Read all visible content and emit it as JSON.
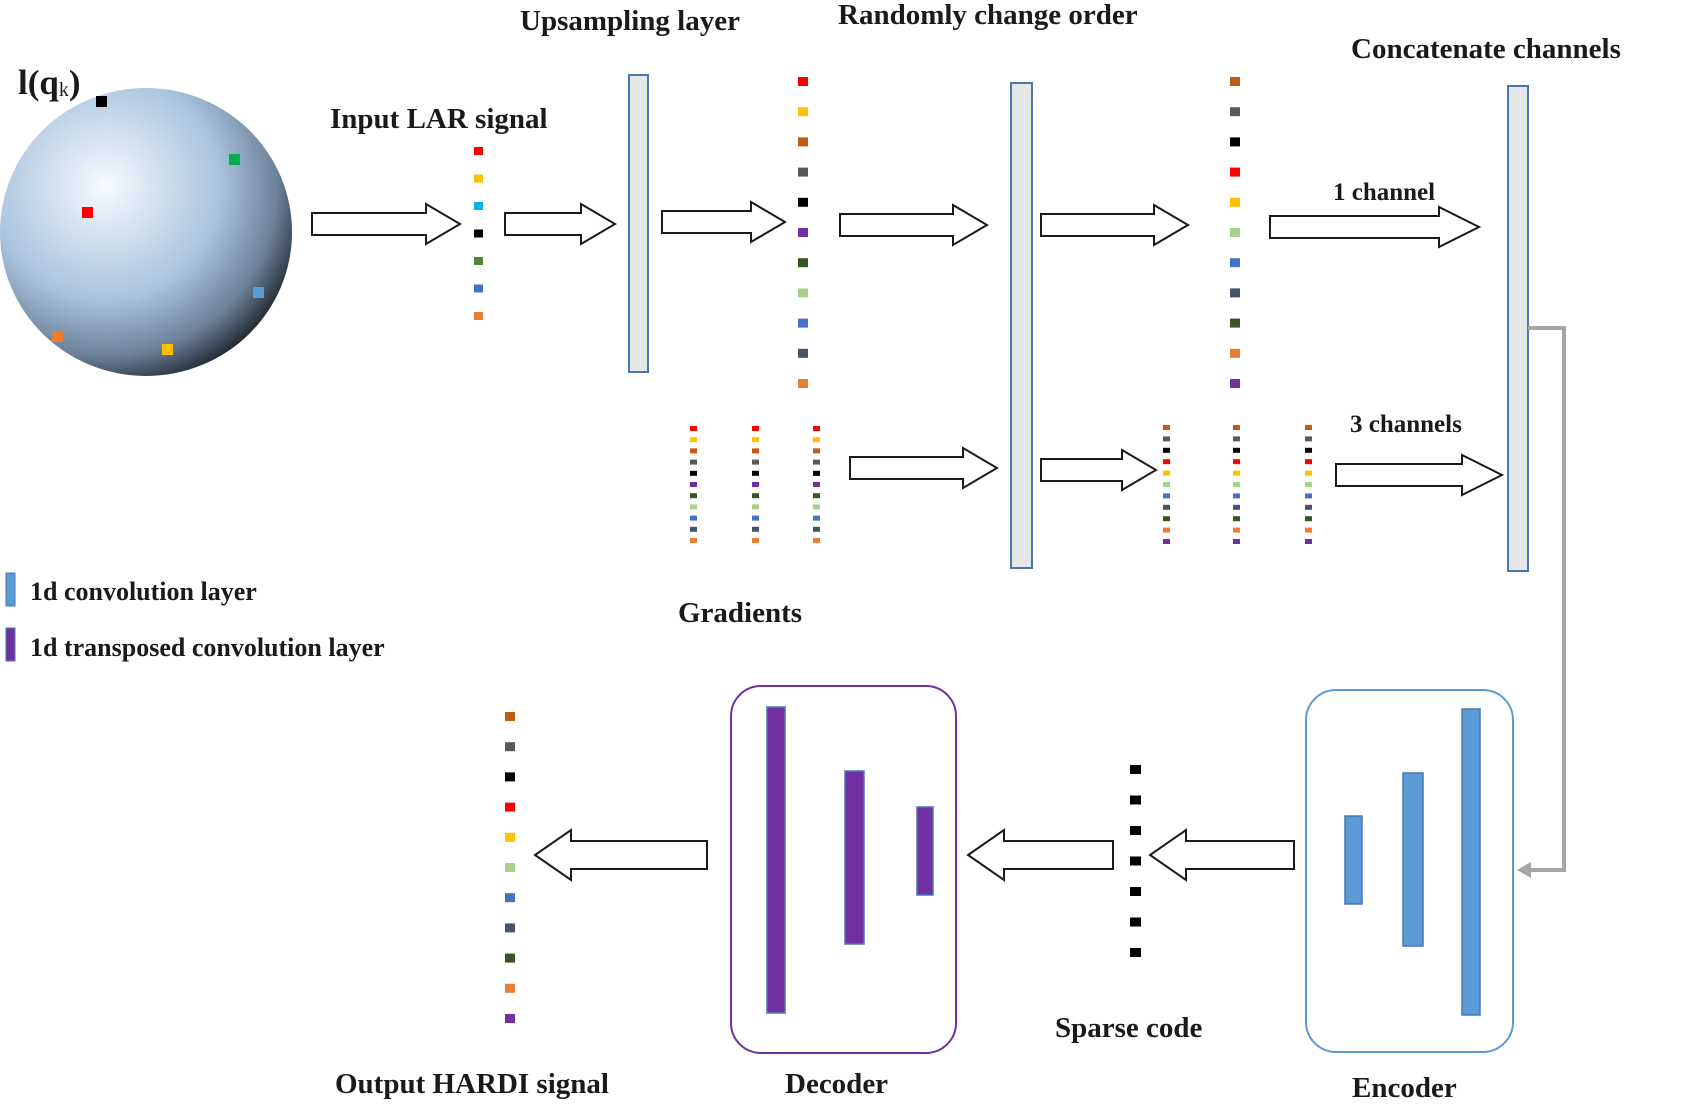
{
  "labels": {
    "sphere_label": "l(q",
    "sphere_label_sub": "k",
    "sphere_label_close": ")",
    "input_lar": "Input LAR signal",
    "upsampling": "Upsampling layer",
    "randomly_change": "Randomly change order",
    "concatenate": "Concatenate channels",
    "one_channel": "1 channel",
    "three_channels": "3 channels",
    "gradients": "Gradients",
    "sparse_code": "Sparse code",
    "decoder": "Decoder",
    "encoder": "Encoder",
    "output_hardi": "Output HARDI signal"
  },
  "legend": [
    {
      "label": "1d convolution layer",
      "color": "#5b9bd5"
    },
    {
      "label": "1d transposed convolution layer",
      "color": "#7030a0"
    }
  ],
  "colors": {
    "sphere_light": "#f7fbff",
    "sphere_mid": "#a9c3dd",
    "sphere_dark": "#1e2630",
    "layer_fill": "#e6e6e6",
    "layer_border": "#4a77b4",
    "encoder_box": "#5b9bd5",
    "decoder_box": "#7030a0",
    "feedback_line": "#a6a6a6"
  },
  "dot_palettes": {
    "sphere_points": [
      "#000000",
      "#00b050",
      "#ff0000",
      "#5b9bd5",
      "#ed7d31",
      "#ffc000"
    ],
    "input": [
      "#ff0000",
      "#ffc000",
      "#00b0f0",
      "#000000",
      "#548235",
      "#4472c4",
      "#ed7d31"
    ],
    "upsampled": [
      "#ff0000",
      "#ffc000",
      "#c55a11",
      "#595959",
      "#000000",
      "#7030a0",
      "#375623",
      "#a9d18e",
      "#4472c4",
      "#44546a",
      "#ed7d31"
    ],
    "shuffled": [
      "#c55a11",
      "#595959",
      "#000000",
      "#ff0000",
      "#ffc000",
      "#a9d18e",
      "#4472c4",
      "#44546a",
      "#375623",
      "#ed7d31",
      "#7030a0"
    ],
    "gradient_cols": [
      "#ff0000",
      "#ffc000",
      "#c55a11",
      "#595959",
      "#000000",
      "#7030a0",
      "#375623",
      "#a9d18e",
      "#4472c4",
      "#44546a",
      "#ed7d31"
    ],
    "shuffled_cols": [
      "#c55a11",
      "#595959",
      "#000000",
      "#ff0000",
      "#ffc000",
      "#a9d18e",
      "#4472c4",
      "#44546a",
      "#375623",
      "#ed7d31",
      "#7030a0"
    ],
    "sparse": [
      "#000000",
      "#000000",
      "#000000",
      "#000000",
      "#000000",
      "#000000",
      "#000000"
    ],
    "output": [
      "#c55a11",
      "#595959",
      "#000000",
      "#ff0000",
      "#ffc000",
      "#a9d18e",
      "#4472c4",
      "#44546a",
      "#375623",
      "#ed7d31",
      "#7030a0"
    ]
  }
}
